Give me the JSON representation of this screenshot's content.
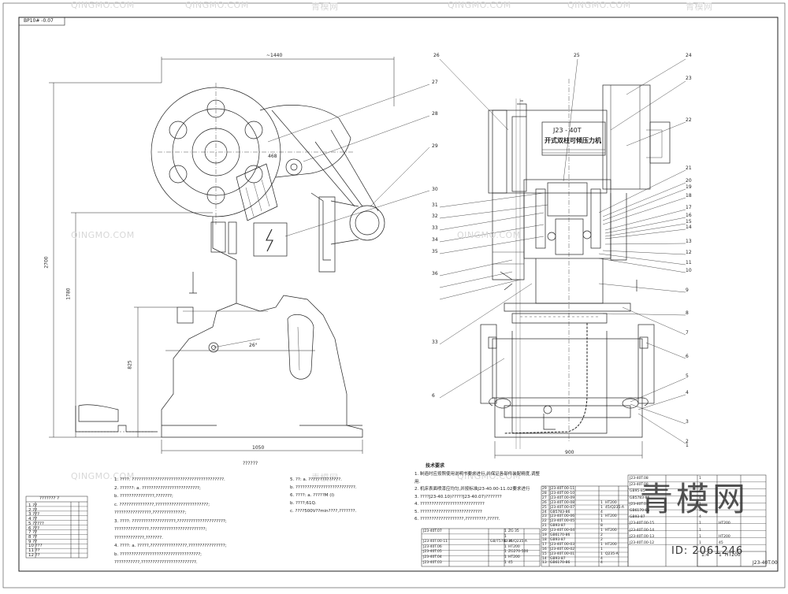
{
  "sheet": {
    "drawing_no_tl": "BP10# -0.07",
    "drawing_no_br": "J23-40T.00"
  },
  "dimensions": {
    "width_top": "~1440",
    "depth_bottom": "1050",
    "height_total": "2700",
    "height_mid": "1780",
    "height_table": "825",
    "front_width": "900",
    "angle": "26°",
    "radius": "468",
    "below_note": "??????"
  },
  "nameplate": {
    "model": "J23 - 40T",
    "name": "开式双柱可倾压力机"
  },
  "callouts": {
    "side": [
      "27",
      "28"
    ],
    "front_top": [
      "26",
      "25",
      "24",
      "23",
      "22"
    ],
    "front_right": [
      "21",
      "20",
      "19",
      "18",
      "17",
      "16",
      "15",
      "14",
      "13",
      "12",
      "11",
      "10",
      "9",
      "8",
      "7",
      "6",
      "5",
      "4",
      "3",
      "2",
      "1"
    ],
    "front_left": [
      "29",
      "30",
      "31",
      "32",
      "33",
      "34",
      "35",
      "36",
      "33",
      "6"
    ]
  },
  "notes_left": [
    "1. ????:      ????????????????????????????????????????.",
    "2. ??????: a. ?????????????????????????;",
    "             b. ???????????????,???????;",
    "             c. ???????????????,???????????????????????;",
    "                ????????????????,??????????????;",
    "3. ????:       ???????????????????,?????????????????????;",
    "                ???????????????.????????????????????????;",
    "                ?????????????,???????.",
    "4. ????:    a. ?????,????????????????,????????????????;",
    "             b. ???????????????????????????????????;",
    "                ???????????,????????????????????????."
  ],
  "notes_mid": [
    "5. ??:    a. ??????????????.",
    "            b. ??????????????????????????.",
    "6. ????:  a. ?????M (I)",
    "            b. ????;61Q.",
    "            c. ????500V??min????,???????."
  ],
  "tech_title": "技术要求",
  "tech_notes": [
    "1. 制造时应按照使用说明书要求进行,并保证各部件装配精度,调整",
    "   用.",
    "2. 机床表面喷漆应均匀,并按标准J23-40.00-11.02要求进行",
    "3. ????J23-40.10)?????J23-40.07)???????",
    "4. ????????????????????????????",
    "5. ???????????????????????????",
    "6. ???????????????????,?????????,?????."
  ],
  "legend_table": {
    "title": "??????? ?",
    "rows": [
      "1 ??",
      "2 ??",
      "3 ???",
      "4 ??",
      "5 ?????",
      "6 ???",
      "7 ??",
      "8 ??",
      "9 ??",
      "10 ???",
      "11 ??",
      "12 ??"
    ]
  },
  "bom_lower": [
    [
      "J23-40T.07",
      "",
      "",
      "1",
      "ZG 35",
      ""
    ],
    [
      "",
      "",
      "",
      "1",
      "",
      ""
    ],
    [
      "J23-40T.00-11",
      "",
      "GB/T5783-M",
      "1",
      "35/Q235-A",
      ""
    ],
    [
      "J23-40T.06",
      "",
      "",
      "1",
      "HT200",
      ""
    ],
    [
      "J23-40T.05",
      "",
      "",
      "1",
      "ZG270-500",
      ""
    ],
    [
      "J23-40T.04",
      "",
      "",
      "1",
      "HT200",
      ""
    ],
    [
      "J23-40T.03",
      "",
      "",
      "1",
      "45",
      ""
    ]
  ],
  "bom_mid": [
    [
      "29",
      "J23-40T.00-11",
      "",
      "",
      "",
      ""
    ],
    [
      "28",
      "J23-40T.00-10",
      "",
      "",
      "",
      ""
    ],
    [
      "27",
      "J23-40T.00-09",
      "",
      "",
      "",
      ""
    ],
    [
      "26",
      "J23-40T.00-08",
      "",
      "1",
      "HT200",
      ""
    ],
    [
      "25",
      "J23-40T.00-07",
      "",
      "1",
      "45/Q235-A",
      ""
    ],
    [
      "24",
      "GB5783-86",
      "",
      "4",
      "",
      ""
    ],
    [
      "23",
      "J23-40T.00-06",
      "",
      "1",
      "HT200",
      ""
    ],
    [
      "22",
      "J23-40T.00-05",
      "",
      "1",
      "",
      ""
    ],
    [
      "21",
      "GB93-87",
      "",
      "8",
      "",
      ""
    ],
    [
      "20",
      "J23-40T.00-04",
      "",
      "1",
      "HT200",
      ""
    ],
    [
      "19",
      "GB6170-86",
      "",
      "2",
      "",
      ""
    ],
    [
      "18",
      "GB93-87",
      "",
      "2",
      "",
      ""
    ],
    [
      "17",
      "J23-40T.00-03",
      "",
      "1",
      "HT200",
      ""
    ],
    [
      "16",
      "J23-40T.00-02",
      "",
      "1",
      "",
      ""
    ],
    [
      "15",
      "J23-40T.00-01",
      "",
      "1",
      "Q235-A",
      ""
    ],
    [
      "14",
      "GB93-87",
      "",
      "4",
      "",
      ""
    ],
    [
      "13",
      "GB6170-86",
      "",
      "4",
      "",
      ""
    ]
  ],
  "bom_right": [
    [
      "J23-40T.08",
      "1",
      ""
    ],
    [
      "J23-40T.08",
      "1",
      ""
    ],
    [
      "GB95-85",
      "4",
      ""
    ],
    [
      "GB5783-86",
      "4",
      ""
    ],
    [
      "J23-40T.03",
      "1",
      ""
    ],
    [
      "GB6170-86",
      "4",
      ""
    ],
    [
      "GB93-87",
      "4",
      ""
    ],
    [
      "J23-40T.00-15",
      "1",
      "HT200"
    ],
    [
      "J23-40T.00-14",
      "1",
      ""
    ],
    [
      "J23-40T.00-13",
      "1",
      "HT200"
    ],
    [
      "J23-40T.00-12",
      "1",
      "45"
    ]
  ],
  "title_block": {
    "scale": "1:4",
    "sheet": "1",
    "material": "HT200",
    "drawing_no": "J23-40T.00"
  },
  "watermark": {
    "text": "QINGMO.COM",
    "label_cn": "青模网"
  },
  "logo": {
    "chars": "青模网",
    "id": "ID: 2061246"
  }
}
